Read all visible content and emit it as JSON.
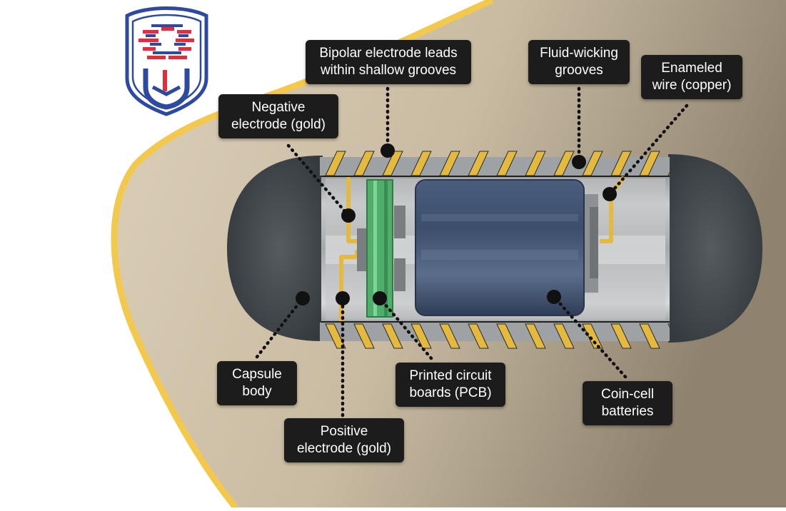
{
  "diagram": {
    "colors": {
      "capsule_end": "#3f4548",
      "capsule_body": "#b9bcbe",
      "gold": "#e3b93f",
      "pcb_green": "#4fae6a",
      "battery": "#3f5270",
      "organ_fill": "#cfc1a8",
      "organ_outline": "#f2c94c",
      "label_bg": "#1c1c1c",
      "label_text": "#ffffff"
    },
    "logo": {
      "icon": "shield-emblem-icon"
    },
    "labels": {
      "bipolar_leads": {
        "line1": "Bipolar electrode leads",
        "line2": "within shallow grooves"
      },
      "fluid_wicking": {
        "line1": "Fluid-wicking",
        "line2": "grooves"
      },
      "enameled_wire": {
        "line1": "Enameled",
        "line2": "wire (copper)"
      },
      "negative_electrode": {
        "line1": "Negative",
        "line2": "electrode (gold)"
      },
      "capsule_body": {
        "line1": "Capsule",
        "line2": "body"
      },
      "pcb": {
        "line1": "Printed circuit",
        "line2": "boards (PCB)"
      },
      "coin_cell": {
        "line1": "Coin-cell",
        "line2": "batteries"
      },
      "positive_electrode": {
        "line1": "Positive",
        "line2": "electrode (gold)"
      }
    }
  }
}
